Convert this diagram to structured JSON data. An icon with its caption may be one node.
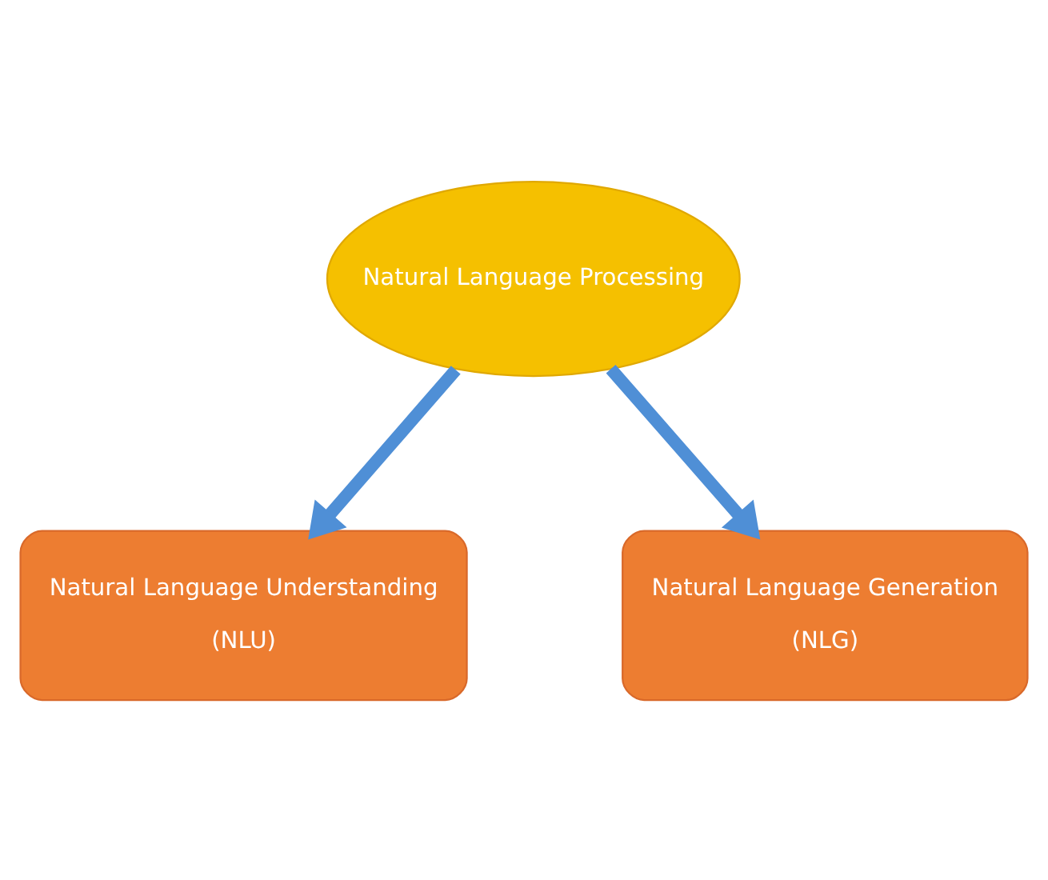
{
  "diagram": {
    "nodes": [
      {
        "text": [
          "Natural Language Processing"
        ]
      },
      {
        "text": [
          "Natural Language Understanding",
          "(NLU)"
        ]
      },
      {
        "text": [
          "Natural Language Generation",
          "(NLG)"
        ]
      }
    ],
    "edges": [
      {
        "from": 0,
        "to": 1,
        "arrow": "to"
      },
      {
        "from": 0,
        "to": 2,
        "arrow": "to"
      }
    ]
  }
}
